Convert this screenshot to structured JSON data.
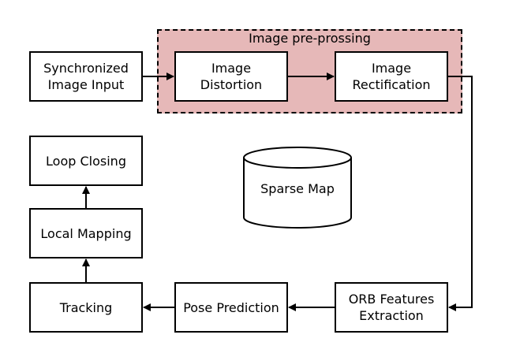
{
  "group": {
    "title": "Image pre-prossing"
  },
  "nodes": {
    "sync_input": {
      "line1": "Synchronized",
      "line2": "Image Input"
    },
    "image_distortion": {
      "line1": "Image",
      "line2": "Distortion"
    },
    "image_rectification": {
      "line1": "Image",
      "line2": "Rectification"
    },
    "loop_closing": {
      "label": "Loop Closing"
    },
    "local_mapping": {
      "label": "Local Mapping"
    },
    "tracking": {
      "label": "Tracking"
    },
    "pose_prediction": {
      "label": "Pose Prediction"
    },
    "orb_features": {
      "line1": "ORB Features",
      "line2": "Extraction"
    },
    "sparse_map": {
      "label": "Sparse Map"
    }
  },
  "colors": {
    "group_fill": "#e6b8b8",
    "stroke": "#000000",
    "node_fill": "#ffffff"
  }
}
